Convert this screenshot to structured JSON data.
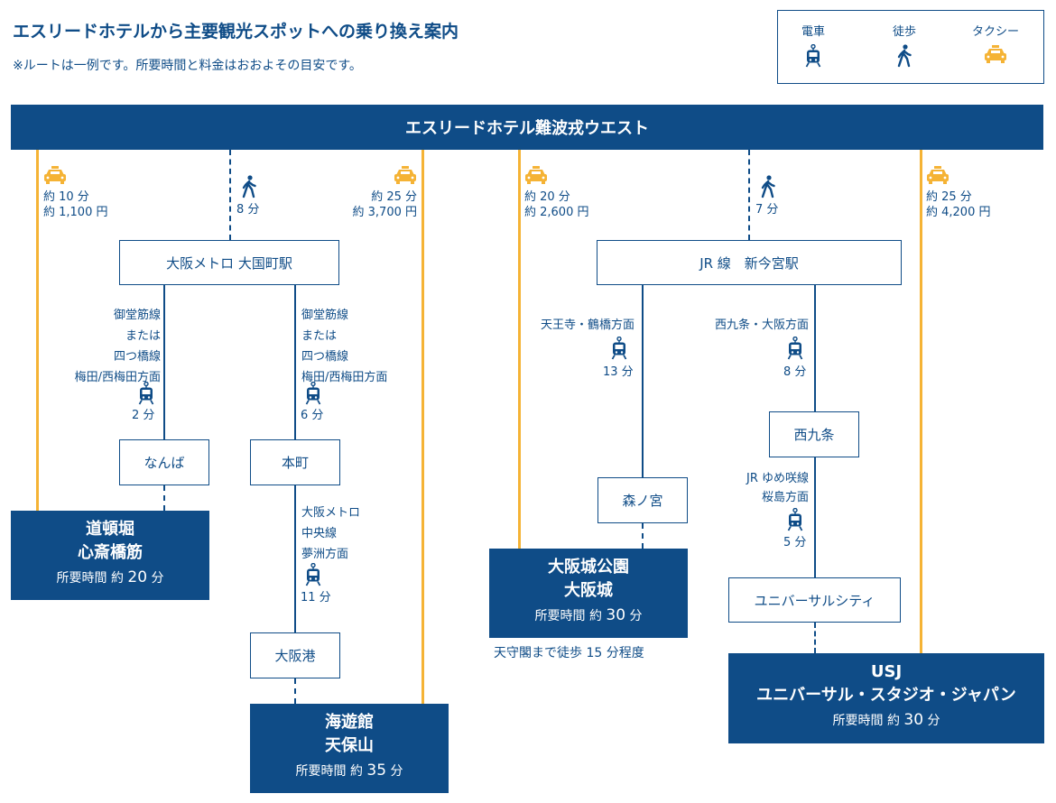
{
  "title": "エスリードホテルから主要観光スポットへの乗り換え案内",
  "subtitle": "※ルートは一例です。所要時間と料金はおおよその目安です。",
  "legend": {
    "train": "電車",
    "walk": "徒歩",
    "taxi": "タクシー"
  },
  "hotel": "エスリードホテル難波戎ウエスト",
  "colors": {
    "navy": "#0f4c87",
    "taxi": "#f5b335"
  },
  "icons": [
    "train-icon",
    "walk-icon",
    "taxi-icon"
  ],
  "routes": {
    "taxi_dotonbori": {
      "time": "約 10 分",
      "fare": "約 1,100 円"
    },
    "walk_daikokucho": {
      "time": "8 分"
    },
    "taxi_kaiyukan": {
      "time": "約 25 分",
      "fare": "約 3,700 円"
    },
    "taxi_osakajo": {
      "time": "約 20 分",
      "fare": "約 2,600 円"
    },
    "walk_shinimamiya": {
      "time": "7 分"
    },
    "taxi_usj": {
      "time": "約 25 分",
      "fare": "約 4,200 円"
    }
  },
  "stations": {
    "daikokucho": "大阪メトロ 大国町駅",
    "shinimamiya": "JR 線　新今宮駅",
    "namba": "なんば",
    "honmachi": "本町",
    "osakako": "大阪港",
    "morinomiya": "森ノ宮",
    "nishikujo": "西九条",
    "universal_city": "ユニバーサルシティ"
  },
  "segments": {
    "to_namba": {
      "lines": [
        "御堂筋線",
        "または",
        "四つ橋線",
        "梅田/西梅田方面"
      ],
      "time": "2 分"
    },
    "to_honmachi": {
      "lines": [
        "御堂筋線",
        "または",
        "四つ橋線",
        "梅田/西梅田方面"
      ],
      "time": "6 分"
    },
    "to_osakako": {
      "lines": [
        "大阪メトロ",
        "中央線",
        "夢洲方面"
      ],
      "time": "11 分"
    },
    "to_morinomiya": {
      "lines": [
        "天王寺・鶴橋方面"
      ],
      "time": "13 分"
    },
    "to_nishikujo": {
      "lines": [
        "西九条・大阪方面"
      ],
      "time": "8 分"
    },
    "to_universal_city": {
      "lines": [
        "JR ゆめ咲線",
        "桜島方面"
      ],
      "time": "5 分"
    }
  },
  "destinations": {
    "dotonbori": {
      "name1": "道頓堀",
      "name2": "心斎橋筋",
      "time_prefix": "所要時間 約",
      "time_num": "20",
      "time_unit": "分"
    },
    "kaiyukan": {
      "name1": "海遊館",
      "name2": "天保山",
      "time_prefix": "所要時間 約",
      "time_num": "35",
      "time_unit": "分"
    },
    "osakajo": {
      "name1": "大阪城公園",
      "name2": "大阪城",
      "time_prefix": "所要時間 約",
      "time_num": "30",
      "time_unit": "分",
      "note": "天守閣まで徒歩 15 分程度"
    },
    "usj": {
      "name1": "USJ",
      "name2": "ユニバーサル・スタジオ・ジャパン",
      "time_prefix": "所要時間 約",
      "time_num": "30",
      "time_unit": "分"
    }
  }
}
